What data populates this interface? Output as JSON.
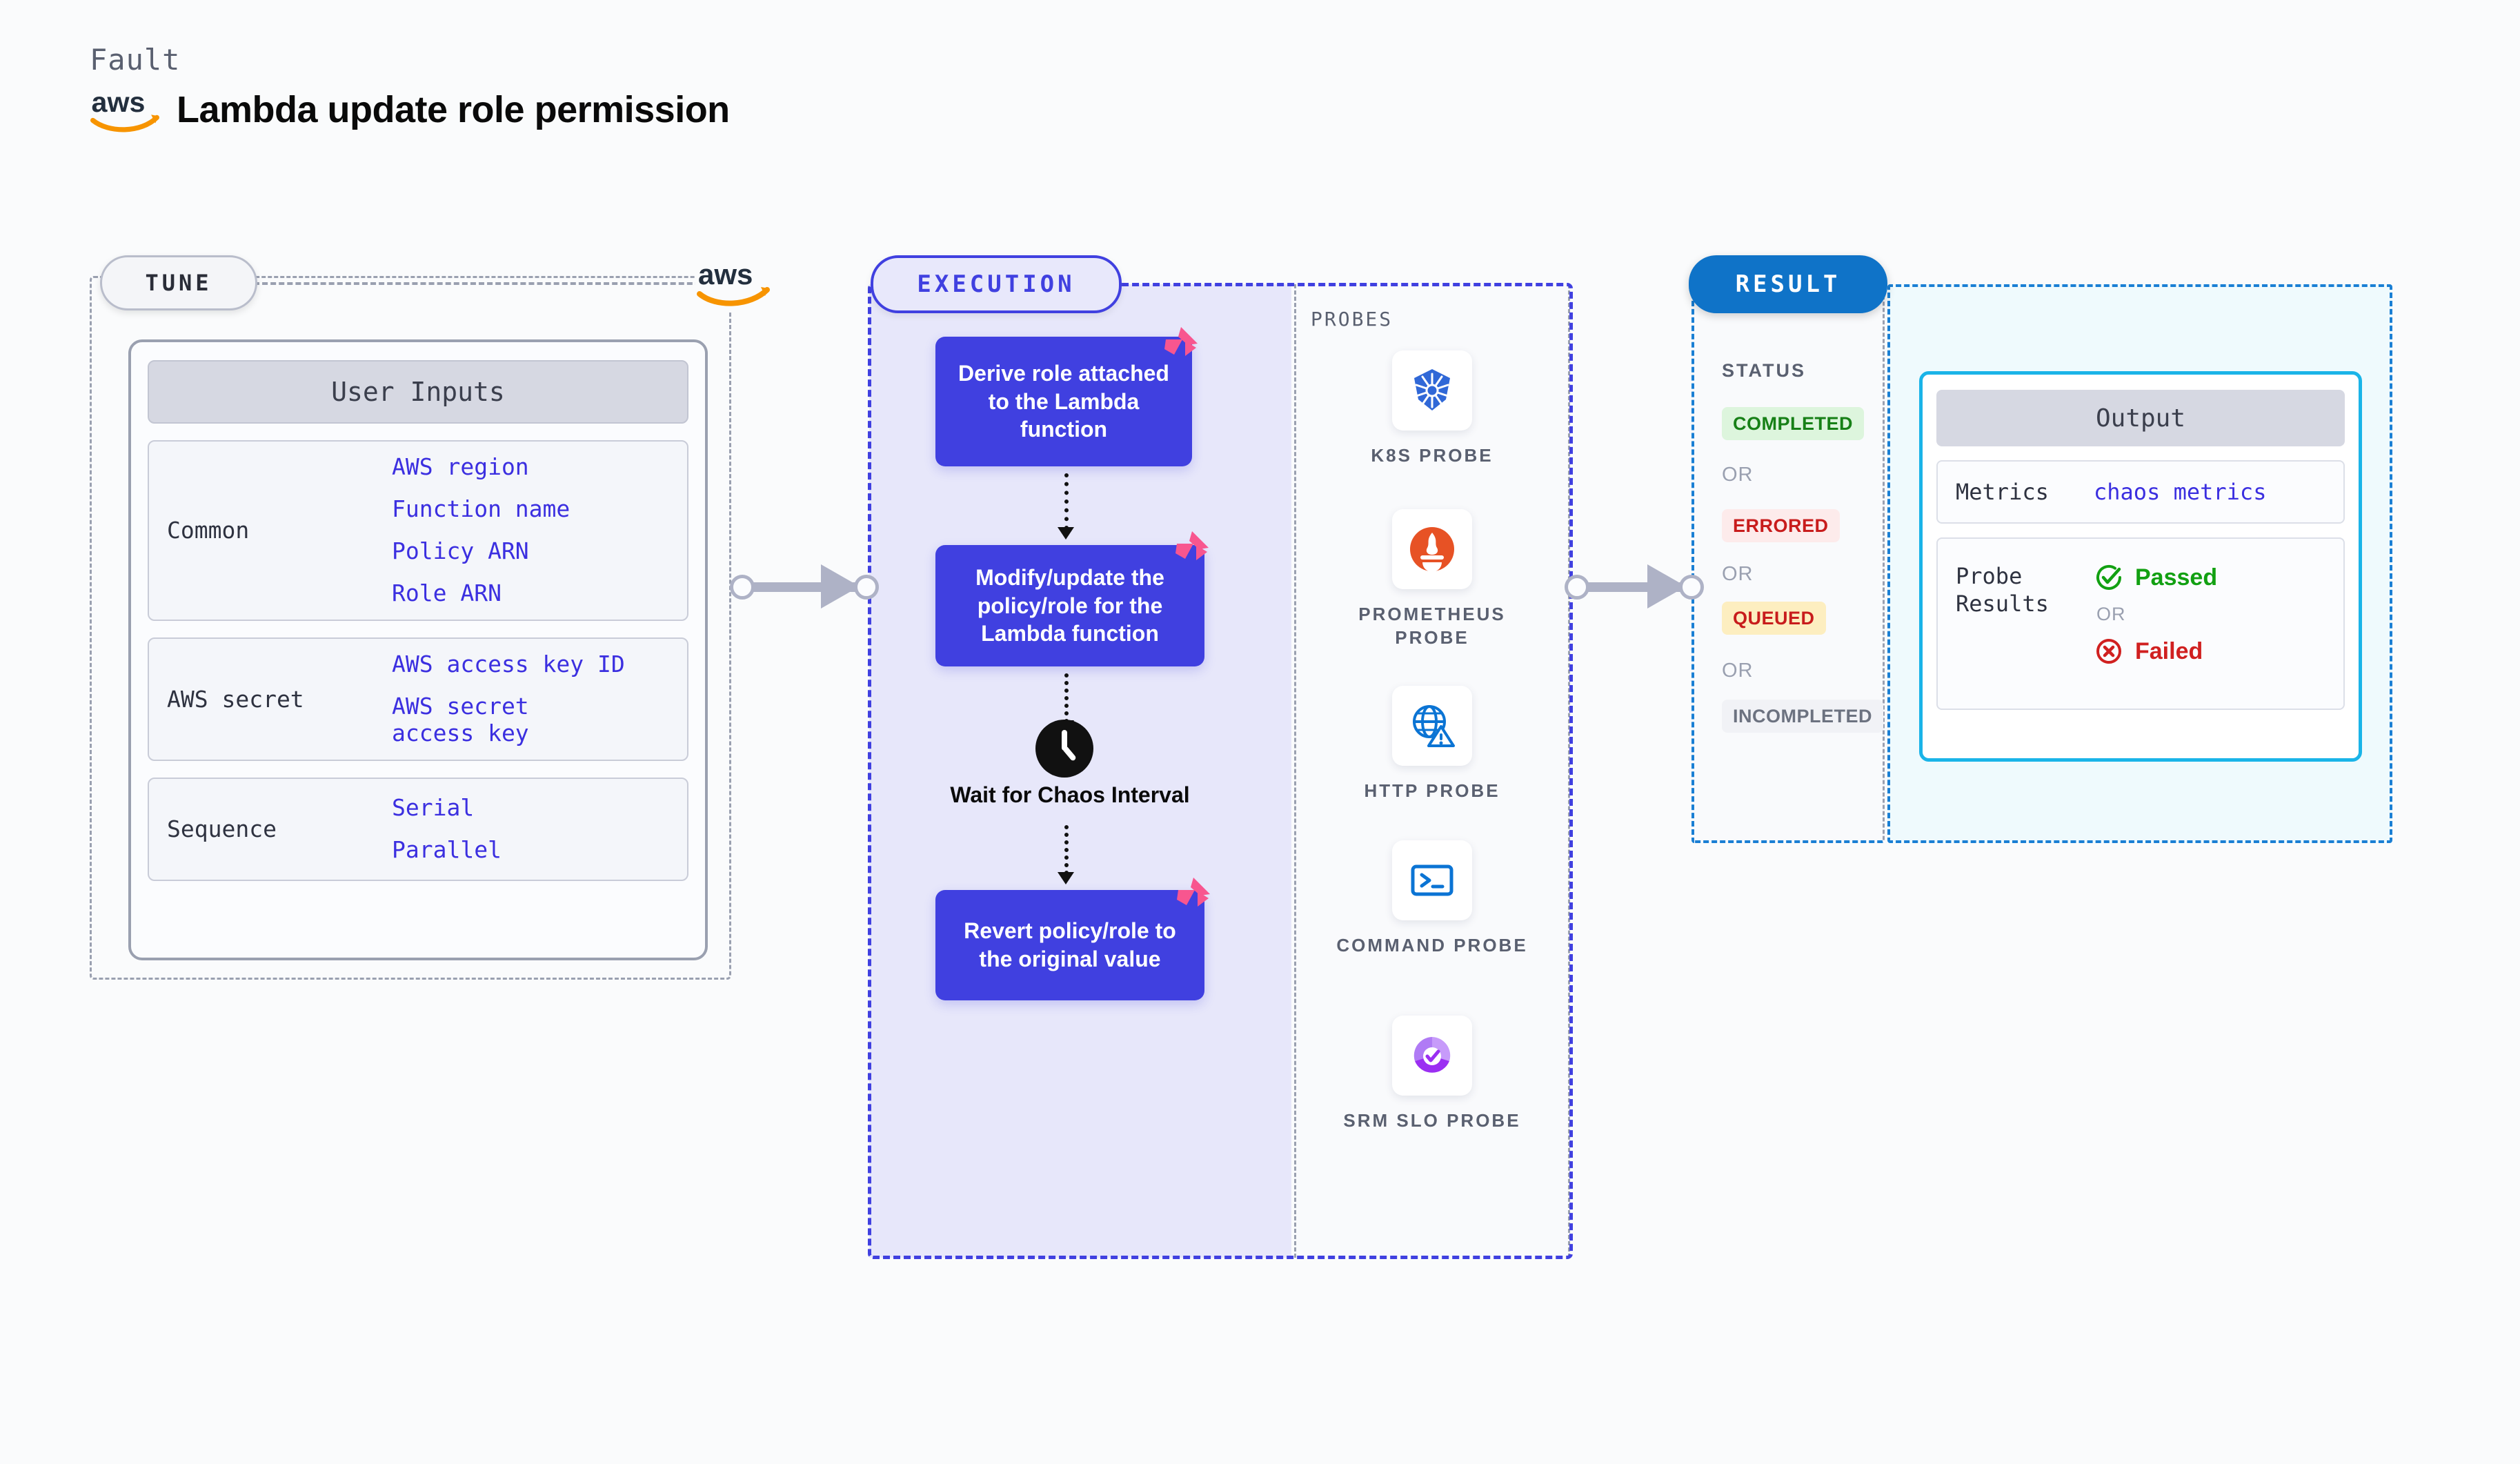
{
  "header": {
    "fault_label": "Fault",
    "title": "Lambda update role permission",
    "logo": "aws-logo"
  },
  "tune": {
    "pill_label": "TUNE",
    "provider_logo": "aws-logo",
    "card_title": "User Inputs",
    "groups": [
      {
        "label": "Common",
        "values": [
          "AWS region",
          "Function name",
          "Policy ARN",
          "Role ARN"
        ]
      },
      {
        "label": "AWS secret",
        "values": [
          "AWS access key ID",
          "AWS secret access key"
        ]
      },
      {
        "label": "Sequence",
        "values": [
          "Serial",
          "Parallel"
        ]
      }
    ]
  },
  "execution": {
    "pill_label": "EXECUTION",
    "steps": [
      {
        "text": "Derive role attached to the Lambda function",
        "badge": "litmus-badge-icon"
      },
      {
        "text": "Modify/update the policy/role for the Lambda function",
        "badge": "litmus-badge-icon"
      },
      {
        "text": "Revert policy/role to the original value",
        "badge": "litmus-badge-icon"
      }
    ],
    "wait_label": "Wait for Chaos Interval",
    "wait_icon": "clock-icon"
  },
  "probes": {
    "title": "PROBES",
    "items": [
      {
        "name": "K8S PROBE",
        "icon": "kubernetes-icon"
      },
      {
        "name": "PROMETHEUS PROBE",
        "icon": "prometheus-icon"
      },
      {
        "name": "HTTP PROBE",
        "icon": "http-globe-icon"
      },
      {
        "name": "COMMAND PROBE",
        "icon": "terminal-icon"
      },
      {
        "name": "SRM SLO PROBE",
        "icon": "srm-slo-icon"
      }
    ]
  },
  "result": {
    "pill_label": "RESULT",
    "status_title": "STATUS",
    "or_label": "OR",
    "statuses": [
      {
        "label": "COMPLETED",
        "bg": "#ddf5dd",
        "fg": "#178017"
      },
      {
        "label": "ERRORED",
        "bg": "#fdebeb",
        "fg": "#c81c1c"
      },
      {
        "label": "QUEUED",
        "bg": "#fdeec0",
        "fg": "#c81c1c"
      },
      {
        "label": "INCOMPLETED",
        "bg": "#f1f2f6",
        "fg": "#6c7280"
      }
    ],
    "output": {
      "title": "Output",
      "metrics_label": "Metrics",
      "metrics_value": "chaos metrics",
      "probe_results_label": "Probe Results",
      "passed_label": "Passed",
      "failed_label": "Failed",
      "or_label": "OR",
      "passed_icon": "check-circle-icon",
      "failed_icon": "x-circle-icon"
    }
  },
  "colors": {
    "indigo": "#4040e0",
    "result_blue": "#0f73c8",
    "cyan": "#1ab4e8",
    "pink": "#f8568f",
    "aws_orange": "#f79400"
  }
}
